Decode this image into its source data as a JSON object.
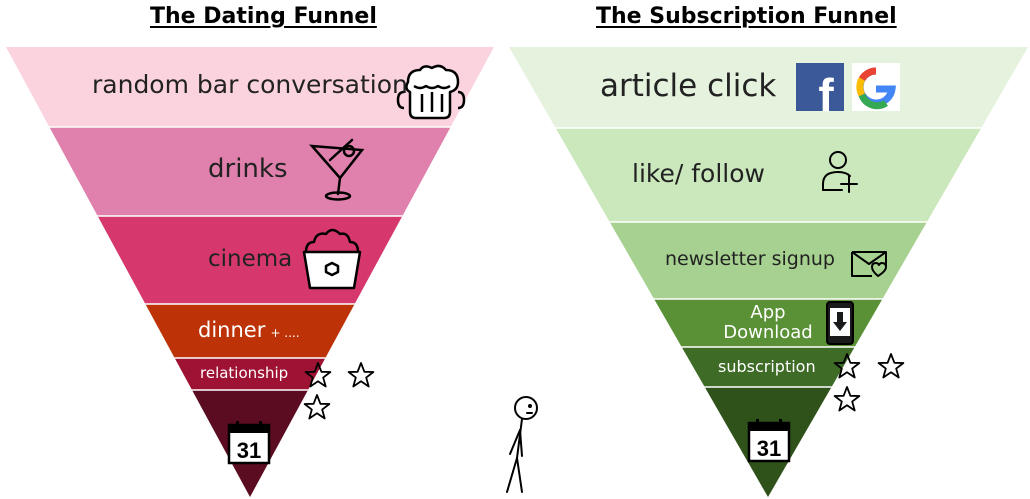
{
  "titles": {
    "left": "The Dating Funnel",
    "right": "The Subscription Funnel"
  },
  "dating_funnel": {
    "stages": [
      {
        "label": "random bar conversation",
        "icon": "beer-mugs-icon",
        "color": "#fbd3df"
      },
      {
        "label": "drinks",
        "icon": "cocktail-glass-icon",
        "color": "#e080ac"
      },
      {
        "label": "cinema",
        "icon": "popcorn-icon",
        "color": "#d6386e"
      },
      {
        "label": "dinner",
        "label_suffix": "+ ....",
        "icon": "",
        "color": "#bd3307"
      },
      {
        "label": "relationship",
        "icon": "",
        "color": "#9e1233"
      },
      {
        "label": "",
        "icon": "calendar-icon",
        "color": "#5c0c20"
      }
    ],
    "calendar_day": "31",
    "star_count": 3
  },
  "subscription_funnel": {
    "stages": [
      {
        "label": "article click",
        "icon": "facebook-google-logos",
        "color": "#e5f2de"
      },
      {
        "label": "like/ follow",
        "icon": "user-add-icon",
        "color": "#cbe8bd"
      },
      {
        "label": "newsletter signup",
        "icon": "envelope-heart-icon",
        "color": "#a6d190"
      },
      {
        "label": "App Download",
        "label_line1": "App",
        "label_line2": "Download",
        "icon": "phone-download-icon",
        "color": "#5a9136"
      },
      {
        "label": "subscription",
        "icon": "",
        "color": "#3e6b25"
      },
      {
        "label": "",
        "icon": "calendar-icon",
        "color": "#2e5219"
      }
    ],
    "calendar_day": "31",
    "star_count": 3
  },
  "logo_text": {
    "facebook": "f",
    "google": "G"
  },
  "figure": "stick-figure"
}
